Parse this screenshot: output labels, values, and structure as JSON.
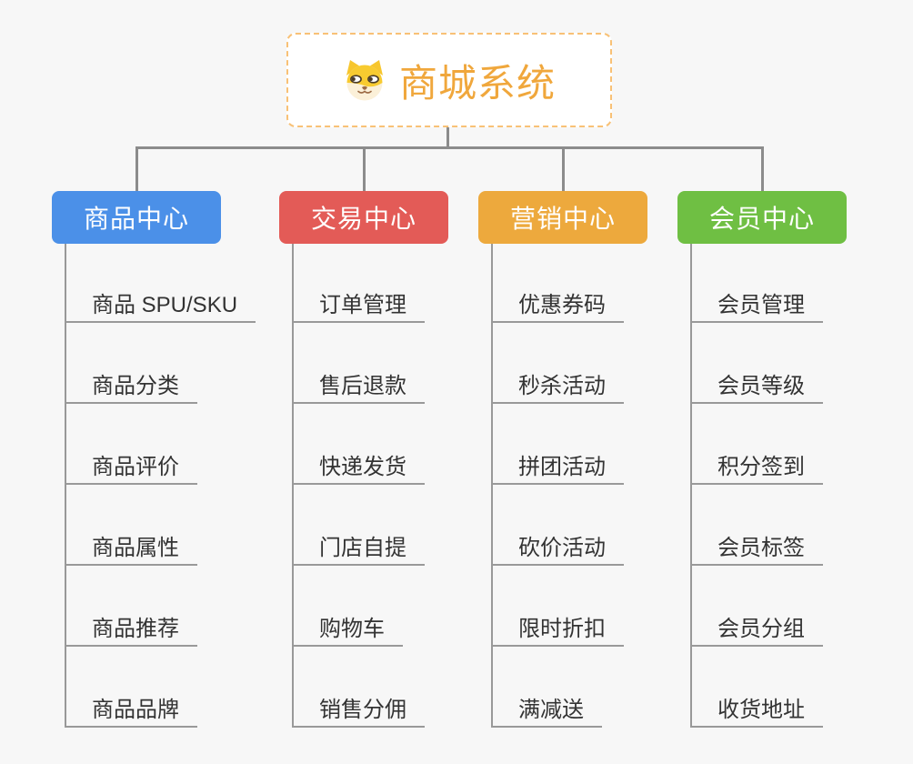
{
  "root": {
    "title": "商城系统",
    "icon": "doge-icon"
  },
  "branches": [
    {
      "label": "商品中心",
      "color": "#4B90E8",
      "items": [
        "商品 SPU/SKU",
        "商品分类",
        "商品评价",
        "商品属性",
        "商品推荐",
        "商品品牌"
      ]
    },
    {
      "label": "交易中心",
      "color": "#E35B57",
      "items": [
        "订单管理",
        "售后退款",
        "快递发货",
        "门店自提",
        "购物车",
        "销售分佣"
      ]
    },
    {
      "label": "营销中心",
      "color": "#EDA93D",
      "items": [
        "优惠券码",
        "秒杀活动",
        "拼团活动",
        "砍价活动",
        "限时折扣",
        "满减送"
      ]
    },
    {
      "label": "会员中心",
      "color": "#6FBF43",
      "items": [
        "会员管理",
        "会员等级",
        "积分签到",
        "会员标签",
        "会员分组",
        "收货地址"
      ]
    }
  ],
  "colors": {
    "background": "#f7f7f7",
    "connector": "#8c8c8c",
    "underline": "#999999",
    "item_text": "#333333",
    "header_text": "#ffffff",
    "root_text": "#F0A73C",
    "root_border": "#F8C176",
    "root_background": "#ffffff",
    "doge_yellow": "#F8CB30",
    "doge_cream": "#FBF0D8",
    "doge_brown": "#9C6B45"
  }
}
